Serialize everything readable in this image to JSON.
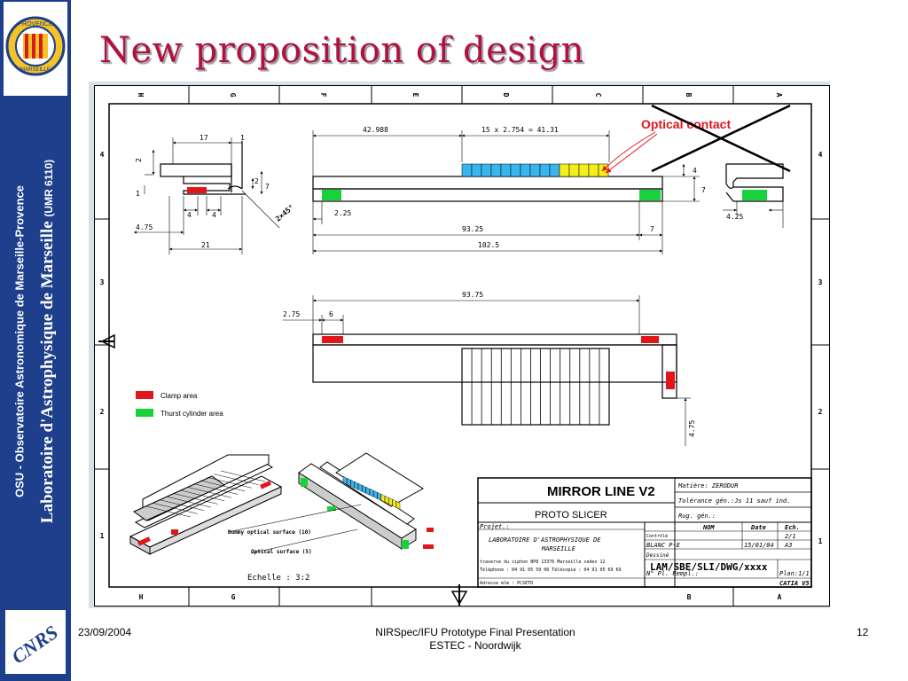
{
  "slide": {
    "title": "New proposition of design",
    "footer": {
      "date": "23/09/2004",
      "center_line1": "NIRSpec/IFU Prototype Final Presentation",
      "center_line2": "ESTEC - Noordwijk",
      "page": "12"
    }
  },
  "sidebar": {
    "line1": "OSU - Observatoire Astronomique de Marseille-Provence",
    "line2": "Laboratoire d'Astrophysique de Marseille",
    "line2_suffix": "(UMR 6110)",
    "logo_top_text": "PROVENCE",
    "logo_top_text2": "MARSEILLE",
    "logo_bottom_text": "CNRS"
  },
  "drawing": {
    "col_letters": [
      "H",
      "G",
      "F",
      "E",
      "D",
      "C",
      "B",
      "A"
    ],
    "row_numbers": [
      "4",
      "3",
      "2",
      "1"
    ],
    "annotation": "Optical contact",
    "dims": {
      "d17": "17",
      "d1": "1",
      "d2a": "2",
      "d2b": "2",
      "d1b": "1",
      "d7a": "7",
      "d4a": "4",
      "d4b": "4",
      "d475": "4.75",
      "d21": "21",
      "chamfer": "2×45°",
      "d42988": "42.988",
      "d15x": "15 x 2.754 = 41.31",
      "d225": "2.25",
      "d9325": "93.25",
      "d7b": "7",
      "d1025": "102.5",
      "d4c": "4",
      "d7c": "7",
      "d425": "4.25",
      "d9375": "93.75",
      "d275": "2.75",
      "d6": "6",
      "d475b": "4.75"
    },
    "legend": {
      "clamp": "Clamp area",
      "thrust": "Thurst cylinder area",
      "clamp_color": "#e0161b",
      "thrust_color": "#19d23b"
    },
    "iso_labels": {
      "dummy": "Dummy optical surface (10)",
      "optical": "Optical surface (5)",
      "scale": "Echelle :  3:2"
    },
    "title_block": {
      "name": "MIRROR LINE V2",
      "subtitle": "PROTO SLICER",
      "matiere": "Matière: ZERODUR",
      "tolerance": "Tolérance gén.:Js 11 sauf ind.",
      "rug": "Rug. gén.:",
      "projet": "Projet.:",
      "lab1": "LABORATOIRE D'ASTROPHYSIQUE DE",
      "lab2": "MARSEILLE",
      "address": "traverse du siphon BP8  13376 Marseille cedex 12",
      "phone": "Téléphone : 04 91 05 59 00     Télécopie : 04 91 05 69 69",
      "email": "Adresse mlm : PCSETD",
      "h_nom": "NOM",
      "h_date": "Date",
      "h_ech": "Ech.",
      "controle": "Contrôlé",
      "dessine": "Dessiné",
      "dessine_nom": "BLANC P-E",
      "dessine_date": "15/01/04",
      "dessine_format": "A3",
      "ech_value": "2/1",
      "drawing_no": "LAM/SBE/SLI/DWG/xxxx",
      "n_pl": "N° Pl. Rempl.:",
      "plan": "Plan:1/1",
      "catia": "CATIA V5"
    },
    "colors": {
      "blue_slice": "#3ab4ef",
      "yellow_slice": "#f5ee1c",
      "annotation": "#e0161b"
    },
    "slices": [
      "blue",
      "blue",
      "blue",
      "blue",
      "blue",
      "blue",
      "blue",
      "blue",
      "blue",
      "blue",
      "yellow",
      "yellow",
      "yellow",
      "yellow",
      "yellow"
    ]
  }
}
